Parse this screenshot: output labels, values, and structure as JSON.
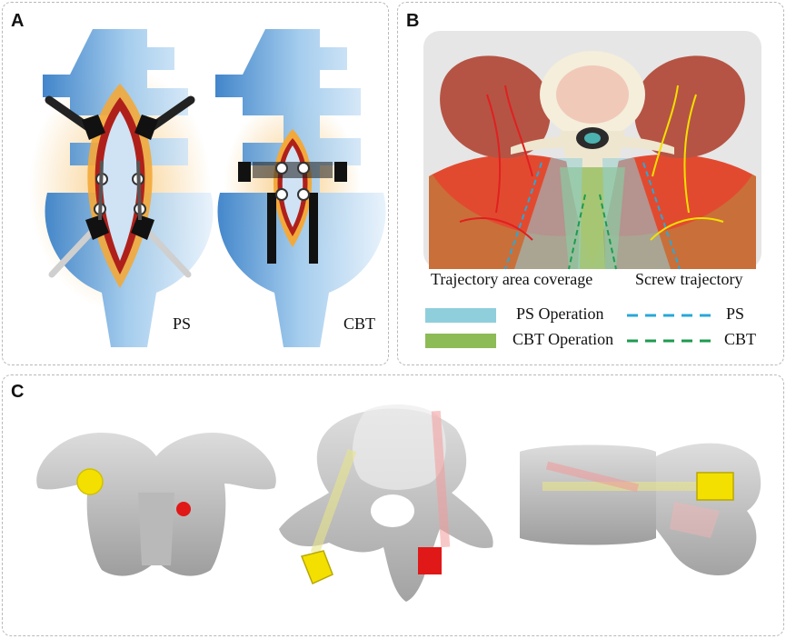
{
  "figure": {
    "panel_a": {
      "label": "A",
      "left_caption": "PS",
      "right_caption": "CBT"
    },
    "panel_b": {
      "label": "B",
      "heading_left": "Trajectory area coverage",
      "heading_right": "Screw trajectory",
      "legend": {
        "ps_area_label": "PS Operation",
        "cbt_area_label": "CBT Operation",
        "ps_line_label": "PS",
        "cbt_line_label": "CBT",
        "ps_color": "#8fcfdc",
        "cbt_color": "#8dbb55",
        "ps_line_color": "#29a8d8",
        "cbt_line_color": "#1d9b4f"
      }
    },
    "panel_c": {
      "label": "C",
      "ps_marker_color": "#f4e000",
      "cbt_marker_color": "#e01818"
    }
  }
}
